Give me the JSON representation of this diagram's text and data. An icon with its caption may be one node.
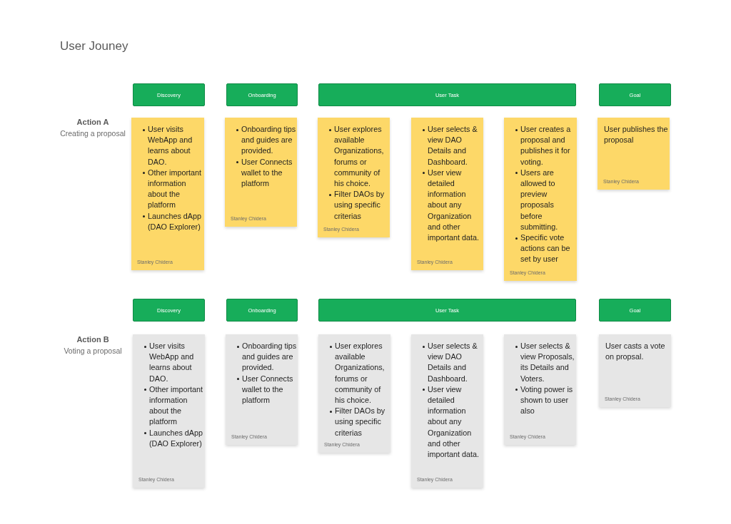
{
  "diagram": {
    "title": "User Jouney",
    "nodes": [
      {
        "text": [
          "Discovery"
        ]
      },
      {
        "text": [
          "Onboarding"
        ]
      },
      {
        "text": [
          "User Task"
        ]
      },
      {
        "text": [
          "Goal"
        ]
      },
      {
        "text": [
          "User visits WebApp and learns about DAO.",
          "Other important information about the platform",
          "Launches dApp (DAO Explorer)",
          "Stanley Chidera"
        ]
      },
      {
        "text": [
          "Onboarding tips and guides are provided.",
          "User Connects wallet to the platform",
          "Stanley Chidera"
        ]
      },
      {
        "text": [
          "User explores available Organizations, forums or community of his choice.",
          "Filter DAOs by using specific criterias",
          "Stanley Chidera"
        ]
      },
      {
        "text": [
          "User selects & view DAO Details and Dashboard.",
          "User view detailed information about any Organization and other important data.",
          "Stanley Chidera"
        ]
      },
      {
        "text": [
          "User creates a proposal and publishes it for voting.",
          "Users are allowed to preview proposals before submitting.",
          "Specific vote actions can be set by user",
          "Stanley Chidera"
        ]
      },
      {
        "text": [
          "User publishes the proposal",
          "Stanley Chidera"
        ]
      },
      {
        "text": [
          "Discovery"
        ]
      },
      {
        "text": [
          "Onboarding"
        ]
      },
      {
        "text": [
          "User Task"
        ]
      },
      {
        "text": [
          "Goal"
        ]
      },
      {
        "text": [
          "User visits WebApp and learns about DAO.",
          "Other important information about the platform",
          "Launches dApp (DAO Explorer)",
          "Stanley Chidera"
        ]
      },
      {
        "text": [
          "Onboarding tips and guides are provided.",
          "User Connects wallet to the platform",
          "Stanley Chidera"
        ]
      },
      {
        "text": [
          "User explores available Organizations, forums or community of his choice.",
          "Filter DAOs by using specific criterias",
          "Stanley Chidera"
        ]
      },
      {
        "text": [
          "User selects & view DAO Details and Dashboard.",
          "User view detailed information about any Organization and other important data.",
          "Stanley Chidera"
        ]
      },
      {
        "text": [
          "User selects & view Proposals, its Details and Voters.",
          "Voting power is shown to user also",
          "Stanley Chidera"
        ]
      },
      {
        "text": [
          "User casts a vote on propsal.",
          "Stanley Chidera"
        ]
      }
    ],
    "labels": [
      "Action A",
      "Creating a proposal",
      "Action B",
      "Voting a proposal"
    ]
  }
}
